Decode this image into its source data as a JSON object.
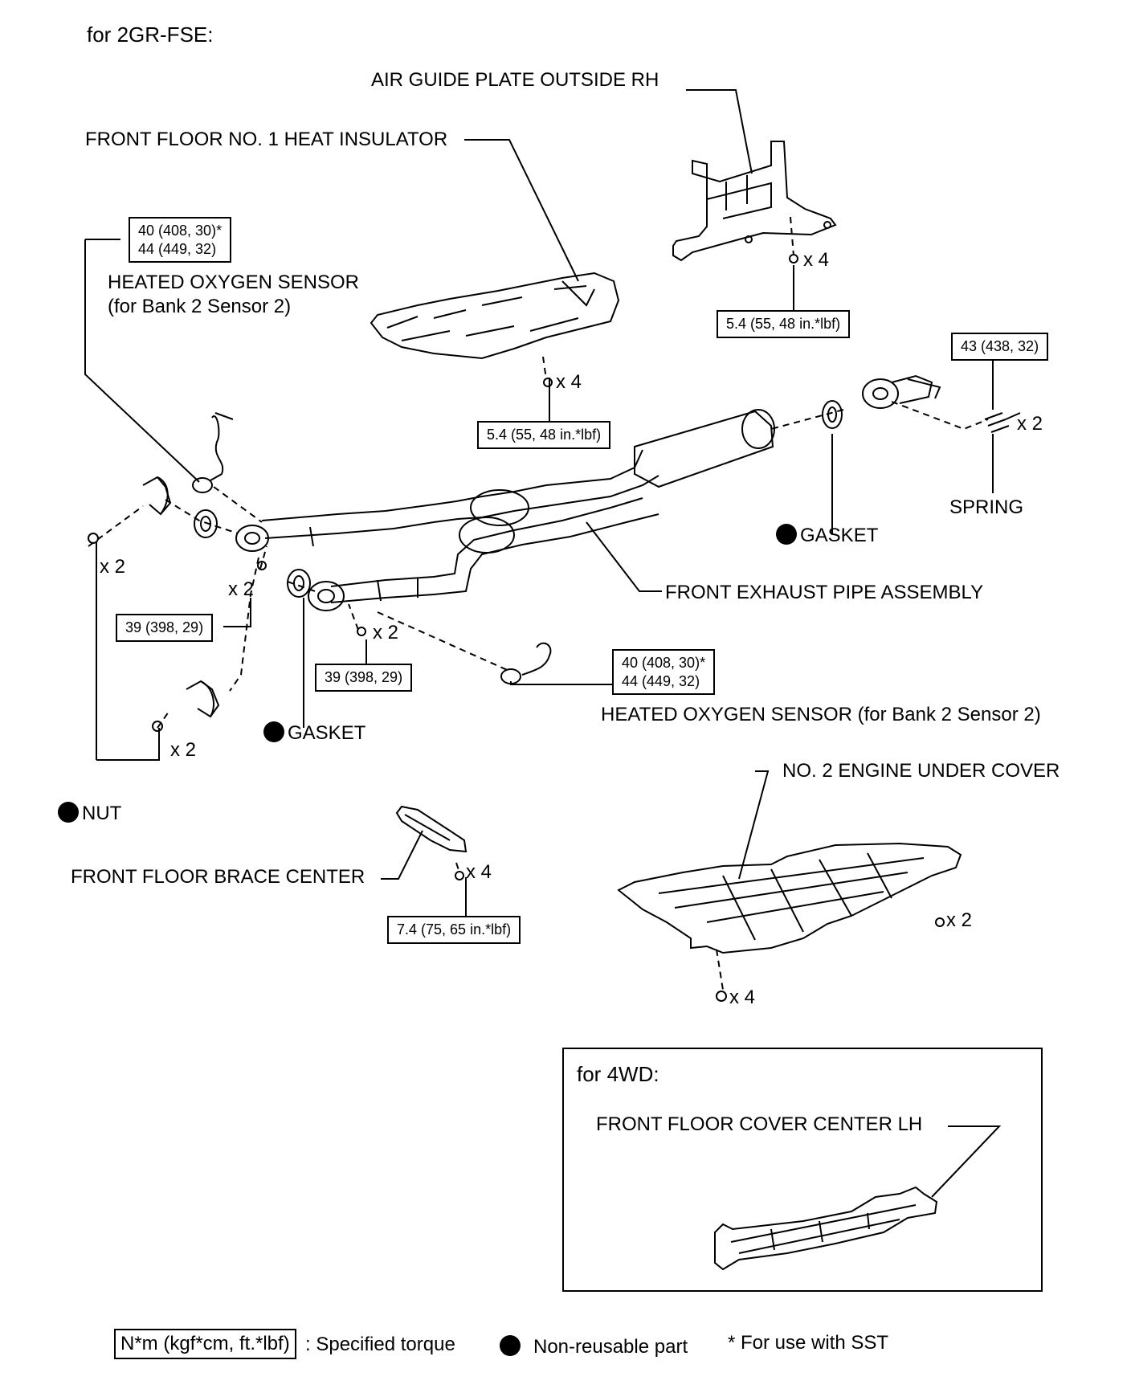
{
  "header": {
    "title": "for 2GR-FSE:"
  },
  "labels": {
    "air_guide_plate": "AIR GUIDE PLATE OUTSIDE RH",
    "heat_insulator": "FRONT FLOOR NO. 1 HEAT INSULATOR",
    "oxygen_sensor_left_line1": "HEATED  OXYGEN SENSOR",
    "oxygen_sensor_left_line2": "(for Bank 2 Sensor 2)",
    "spring": "SPRING",
    "gasket_right": "GASKET",
    "front_exhaust_pipe": "FRONT EXHAUST PIPE ASSEMBLY",
    "oxygen_sensor_right": "HEATED OXYGEN SENSOR (for Bank 2 Sensor 2)",
    "gasket_left": "GASKET",
    "nut": "NUT",
    "engine_under_cover": "NO. 2 ENGINE UNDER COVER",
    "floor_brace": "FRONT FLOOR BRACE CENTER"
  },
  "torque": {
    "sensor_left_1": "40 (408, 30)*",
    "sensor_left_2": "44 (449, 32)",
    "air_guide": "5.4 (55, 48 in.*lbf)",
    "heat_insulator": "5.4 (55, 48 in.*lbf)",
    "spring_bolt": "43 (438, 32)",
    "flange_left": "39 (398, 29)",
    "flange_mid": "39 (398, 29)",
    "sensor_right_1": "40 (408, 30)*",
    "sensor_right_2": "44 (449, 32)",
    "floor_brace": "7.4 (75, 65 in.*lbf)"
  },
  "quantities": {
    "air_guide_bolts": "x 4",
    "insulator_bolts": "x 4",
    "spring_bolts": "x 2",
    "nut_upper": "x 2",
    "flange_left_bolts": "x 2",
    "flange_mid_bolts": "x 2",
    "nut_lower": "x 2",
    "brace_bolts": "x 4",
    "cover_bolts_right": "x 2",
    "cover_bolts_bottom": "x 4"
  },
  "inset": {
    "title": "for 4WD:",
    "label": "FRONT FLOOR COVER CENTER LH"
  },
  "legend": {
    "torque_format": "N*m (kgf*cm, ft.*lbf)",
    "torque_desc": ": Specified torque",
    "non_reusable": "Non-reusable part",
    "sst": "* For use with SST"
  }
}
